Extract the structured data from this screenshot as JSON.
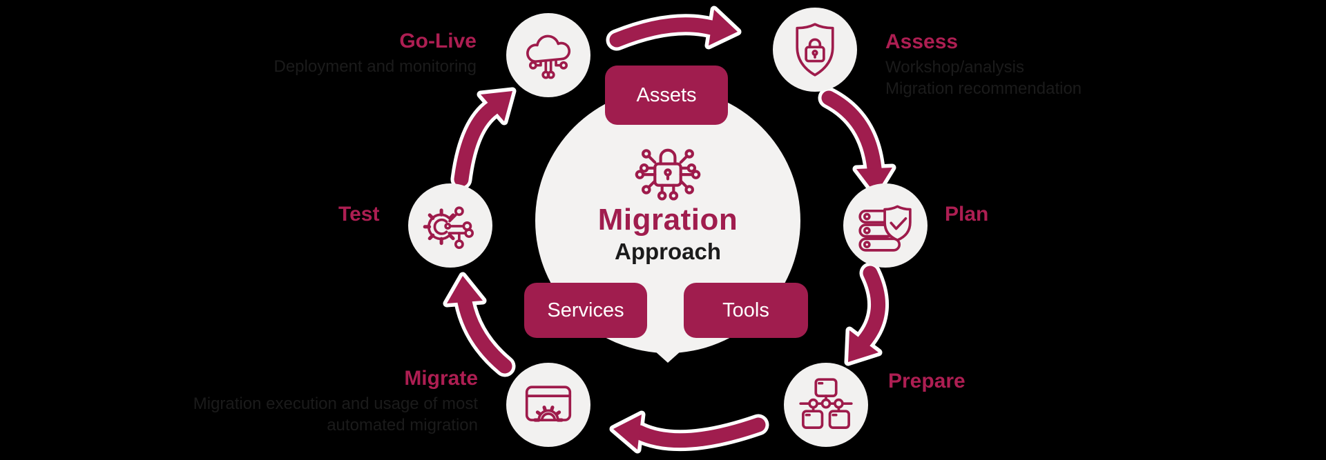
{
  "colors": {
    "crimson": "#a01d4e",
    "label_crimson": "#ad1e52",
    "circle_background": "#f2f1f0",
    "dark_text": "#1b1b1b",
    "banner_text": "#ffffff",
    "page_background": "#000000"
  },
  "center": {
    "title": "Migration",
    "subtitle": "Approach",
    "icon": "lock-circuit-icon"
  },
  "banners": {
    "assets": "Assets",
    "services": "Services",
    "tools": "Tools"
  },
  "stages": [
    {
      "id": "assess",
      "label": "Assess",
      "icon": "shield-lock-icon",
      "description_lines": [
        "Workshop/analysis",
        "Migration recommendation"
      ]
    },
    {
      "id": "plan",
      "label": "Plan",
      "icon": "server-shield-check-icon",
      "description_lines": []
    },
    {
      "id": "prepare",
      "label": "Prepare",
      "icon": "network-nodes-icon",
      "description_lines": []
    },
    {
      "id": "migrate",
      "label": "Migrate",
      "icon": "window-gear-icon",
      "description_lines": [
        "Migration execution and usage of most",
        "automated migration"
      ]
    },
    {
      "id": "test",
      "label": "Test",
      "icon": "gear-circuit-icon",
      "description_lines": []
    },
    {
      "id": "go-live",
      "label": "Go-Live",
      "icon": "cloud-circuit-icon",
      "description_lines": [
        "Deployment and monitoring"
      ]
    }
  ],
  "cycle_direction": "clockwise"
}
